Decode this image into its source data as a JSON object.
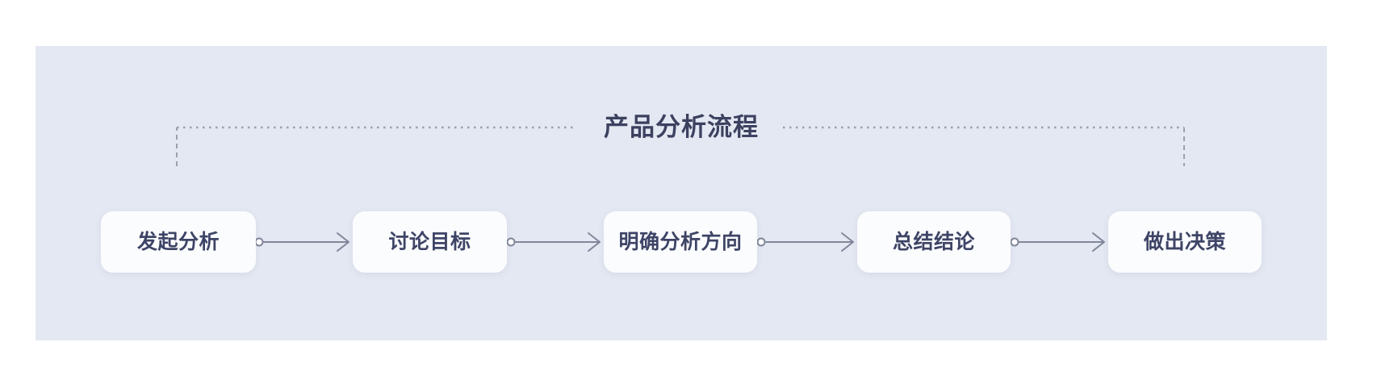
{
  "diagram": {
    "title": "产品分析流程",
    "nodes": [
      {
        "id": "start-analysis",
        "label": "发起分析"
      },
      {
        "id": "discuss-goals",
        "label": "讨论目标"
      },
      {
        "id": "clarify-direction",
        "label": "明确分析方向"
      },
      {
        "id": "summarize-conclusions",
        "label": "总结结论"
      },
      {
        "id": "make-decision",
        "label": "做出决策"
      }
    ],
    "connections": [
      {
        "from": "发起分析",
        "to": "讨论目标",
        "style": "arrow"
      },
      {
        "from": "讨论目标",
        "to": "明确分析方向",
        "style": "arrow"
      },
      {
        "from": "明确分析方向",
        "to": "总结结论",
        "style": "arrow"
      },
      {
        "from": "总结结论",
        "to": "做出决策",
        "style": "arrow"
      }
    ],
    "colors": {
      "panel_background": "#e4e8f2",
      "node_background": "#fbfcfe",
      "node_text": "#3e4466",
      "title_text": "#3c4160",
      "connector_stroke": "#81869a",
      "dotted_guide": "#9aa0b0"
    }
  }
}
